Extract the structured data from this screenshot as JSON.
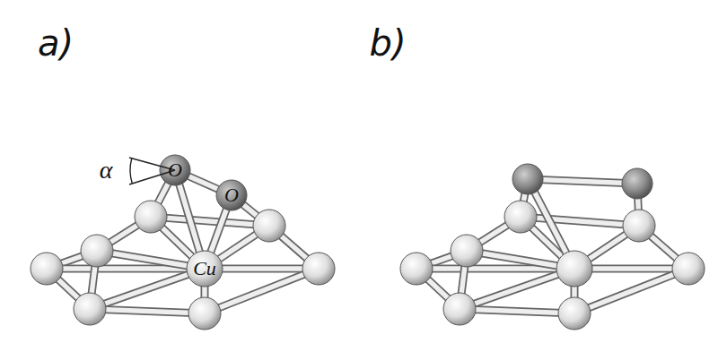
{
  "diagram": {
    "labels": [
      "a)",
      "b)",
      "α",
      "O",
      "O",
      "Cu"
    ]
  }
}
